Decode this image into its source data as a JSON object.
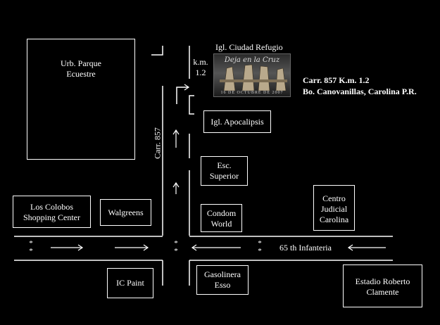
{
  "places": {
    "urb_parque": "Urb. Parque Ecuestre",
    "los_colobos": "Los Colobos Shopping Center",
    "walgreens": "Walgreens",
    "ic_paint": "IC Paint",
    "igl_ciudad": "Igl. Ciudad Refugio",
    "km": "k.m. 1.2",
    "igl_apocalipsis": "Igl. Apocalipsis",
    "esc_superior": "Esc. Superior",
    "condom_world": "Condom World",
    "gasolinera": "Gasolinera Esso",
    "centro_judicial": "Centro Judicial Carolina",
    "estadio": "Estadio Roberto Clamente"
  },
  "roads": {
    "carr": "Carr. 857",
    "infanteria": "65 th Infanteria"
  },
  "address": {
    "line1": "Carr. 857 K.m. 1.2",
    "line2": "Bo. Canovanillas, Carolina P.R."
  },
  "banner": {
    "script": "Deja en la Cruz",
    "date": "16 DE OCTUBRE DE 2007"
  },
  "marks": {
    "stars": "* *"
  }
}
